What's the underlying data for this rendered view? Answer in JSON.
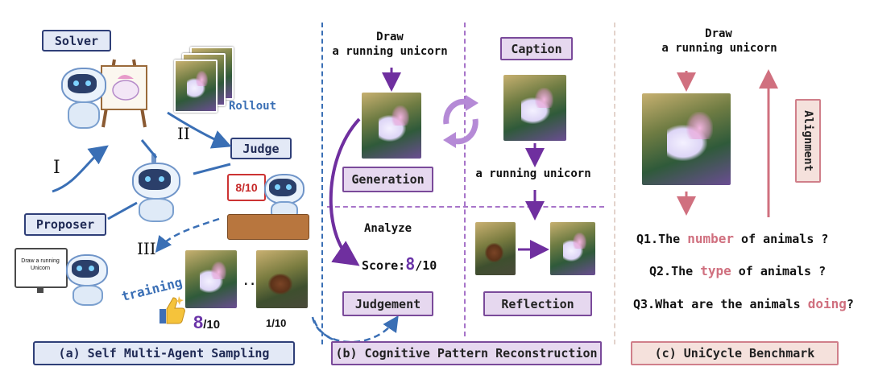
{
  "panel_a": {
    "solver_label": "Solver",
    "judge_label": "Judge",
    "proposer_label": "Proposer",
    "rollout_label": "Rollout",
    "training_label": "training",
    "roman_1": "I",
    "roman_2": "II",
    "roman_3": "III",
    "judge_card": "8/10",
    "screen_text": "Draw a running Unicorn",
    "score_good_num": "8",
    "score_good_den": "/10",
    "ellipsis": "...",
    "score_bad": "1/10",
    "caption": "(a) Self Multi-Agent Sampling"
  },
  "panel_b": {
    "prompt_line1": "Draw",
    "prompt_line2": "a running unicorn",
    "caption_box": "Caption",
    "generation_box": "Generation",
    "caption_text": "a running unicorn",
    "analyze_label": "Analyze",
    "score_prefix": "Score:",
    "score_num": "8",
    "score_den": "/10",
    "judgement_box": "Judgement",
    "reflection_box": "Reflection",
    "caption": "(b) Cognitive Pattern Reconstruction"
  },
  "panel_c": {
    "prompt_line1": "Draw",
    "prompt_line2": "a running unicorn",
    "alignment_label": "Alignment",
    "q1_prefix": "Q1.The ",
    "q1_highlight": "number",
    "q1_suffix": " of animals ?",
    "q2_prefix": "Q2.The ",
    "q2_highlight": "type",
    "q2_suffix": " of animals ?",
    "q3_prefix": "Q3.What are the animals ",
    "q3_highlight": "doing",
    "q3_suffix": "?",
    "caption": "(c) UniCycle Benchmark"
  },
  "colors": {
    "blue_accent": "#3a6fb5",
    "purple_accent": "#7a3fa8",
    "pink_accent": "#d0707f",
    "score_purple": "#6a34a8"
  },
  "icons": [
    "robot-icon",
    "easel-icon",
    "unicorn-painting-icon",
    "cycle-arrows-icon",
    "thumbs-up-icon",
    "monitor-icon"
  ]
}
